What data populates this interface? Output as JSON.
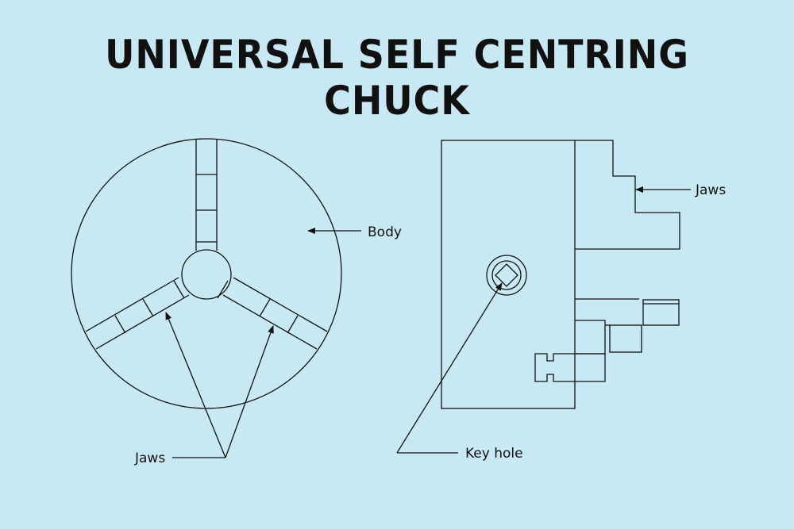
{
  "title": "UNIVERSAL SELF CENTRING CHUCK",
  "labels": {
    "body": "Body",
    "jaws_front": "Jaws",
    "jaws_side": "Jaws",
    "key_hole": "Key hole"
  },
  "colors": {
    "background": "#c8e9f3",
    "line": "#111111"
  }
}
